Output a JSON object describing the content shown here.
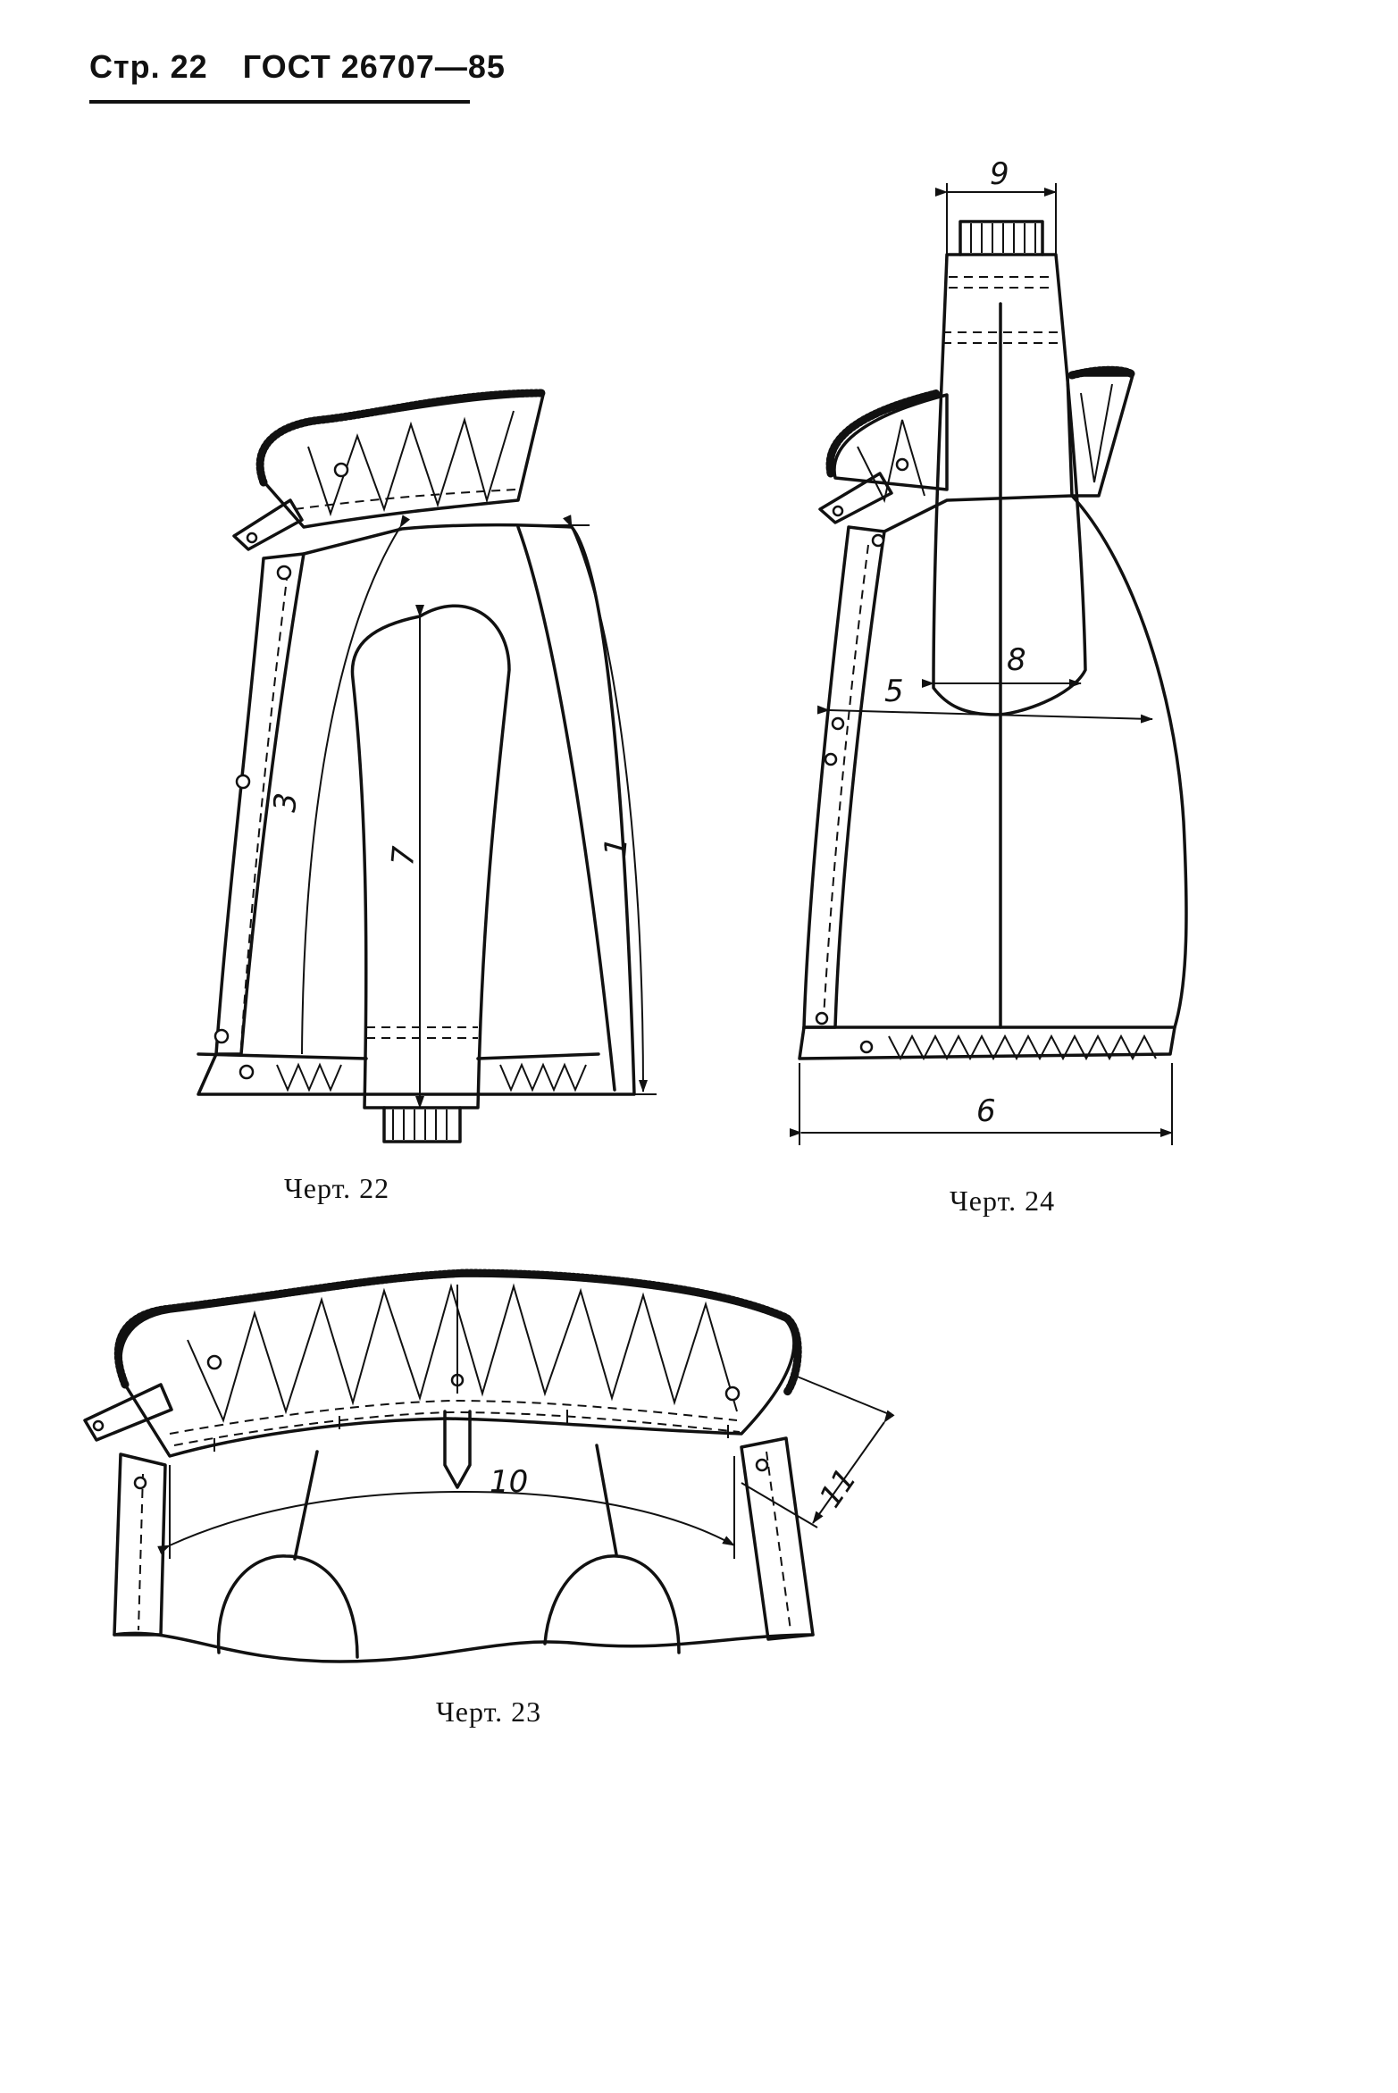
{
  "header": {
    "page": "Стр. 22",
    "standard": "ГОСТ 26707—85"
  },
  "figures": {
    "fig22": {
      "caption": "Черт. 22",
      "labels": {
        "m1": "1",
        "m3": "3",
        "m7": "7"
      }
    },
    "fig24": {
      "caption": "Черт. 24",
      "labels": {
        "m5": "5",
        "m6": "6",
        "m8": "8",
        "m9": "9"
      }
    },
    "fig23": {
      "caption": "Черт. 23",
      "labels": {
        "m10": "10",
        "m11": "11"
      }
    }
  }
}
